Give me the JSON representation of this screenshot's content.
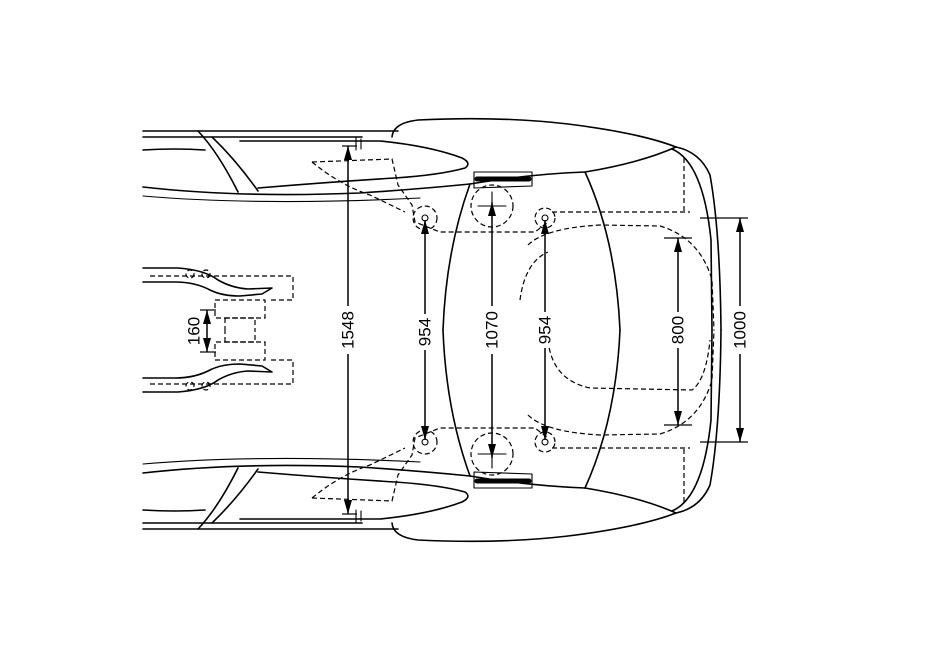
{
  "dimension_labels": [
    "1548",
    "954",
    "1070",
    "954",
    "800",
    "1000",
    "160"
  ]
}
